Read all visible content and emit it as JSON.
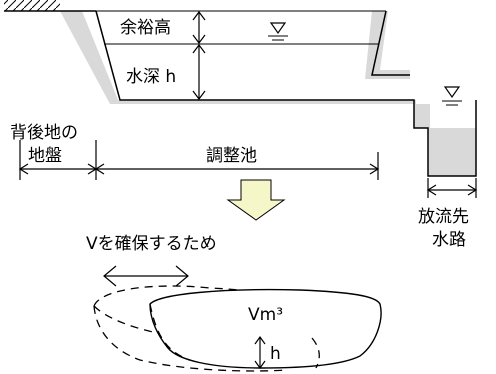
{
  "diagram": {
    "labels": {
      "freeboard": "余裕高",
      "water_depth": "水深 h",
      "ground_behind": "背後地の\n地盤",
      "pond": "調整池",
      "outlet_channel": "放流先\n水路",
      "securing_v": "Vを確保するため",
      "volume": "Vm³",
      "depth": "h"
    },
    "colors": {
      "wall_fill": "#d9d9d9",
      "arrow_fill": "#f5f7c8",
      "line": "#000000"
    }
  }
}
